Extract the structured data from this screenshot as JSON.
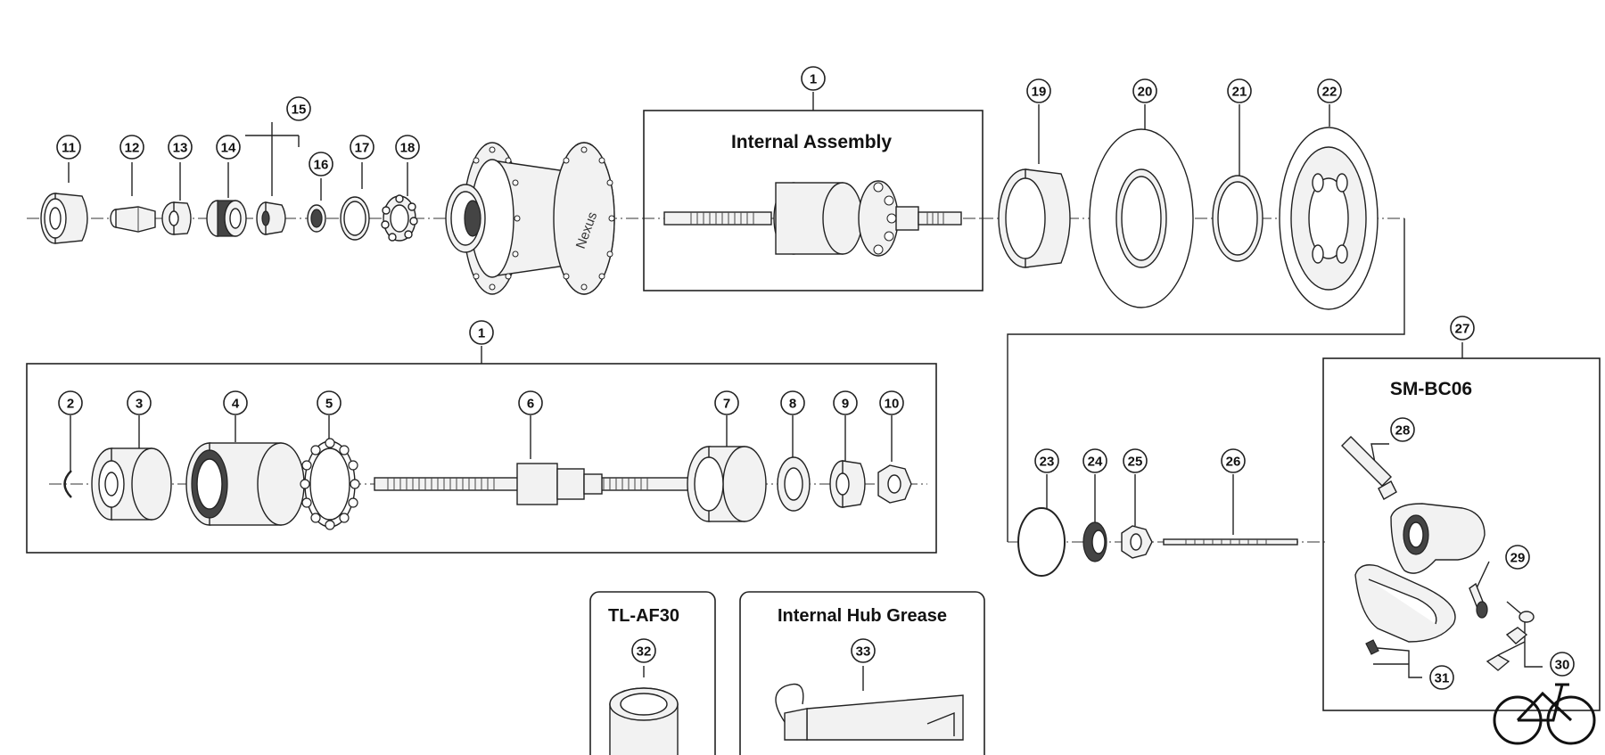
{
  "boxes": {
    "internal_assembly_title": "Internal Assembly",
    "shifter_box_title": "SM-BC06",
    "tool_box_title": "TL-AF30",
    "grease_box_title": "Internal Hub Grease"
  },
  "part_numbers": {
    "p1_top": "1",
    "p1_lower": "1",
    "p2": "2",
    "p3": "3",
    "p4": "4",
    "p5": "5",
    "p6": "6",
    "p7": "7",
    "p8": "8",
    "p9": "9",
    "p10": "10",
    "p11": "11",
    "p12": "12",
    "p13": "13",
    "p14": "14",
    "p15": "15",
    "p16": "16",
    "p17": "17",
    "p18": "18",
    "p19": "19",
    "p20": "20",
    "p21": "21",
    "p22": "22",
    "p23": "23",
    "p24": "24",
    "p25": "25",
    "p26": "26",
    "p27": "27",
    "p28": "28",
    "p29": "29",
    "p30": "30",
    "p31": "31",
    "p32": "32",
    "p33": "33"
  },
  "hub_shell_text": "Nexus",
  "icons": {
    "watermark": "bicycle-logo-icon"
  }
}
